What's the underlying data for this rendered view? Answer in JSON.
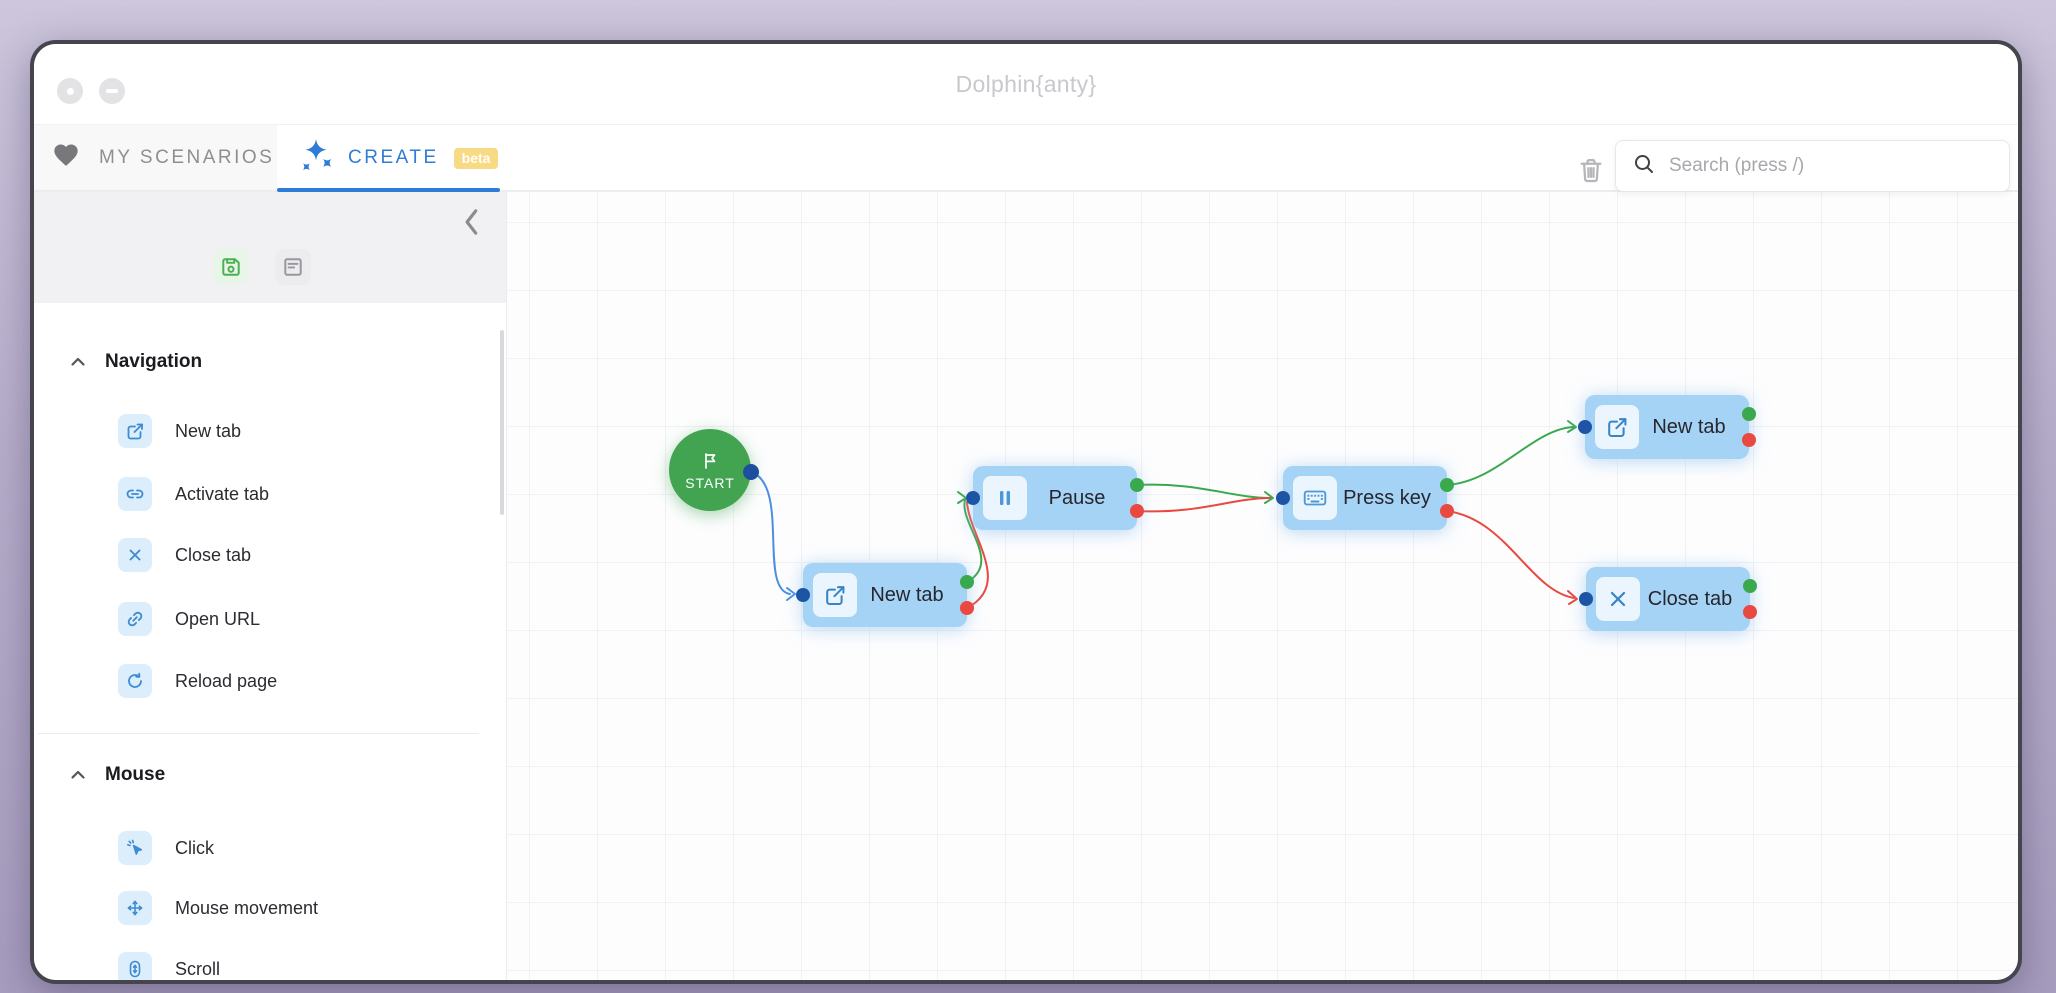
{
  "window": {
    "title": "Dolphin{anty}",
    "controls": [
      {
        "icon": "record-dot-icon"
      },
      {
        "icon": "minimize-icon"
      }
    ]
  },
  "tabs": {
    "my_scenarios": {
      "label": "MY SCENARIOS",
      "icon": "heart-icon"
    },
    "create": {
      "label": "CREATE",
      "icon": "sparkles-icon",
      "badge": "beta",
      "active": true
    }
  },
  "toolbar": {
    "trash_icon": "trash-icon",
    "search": {
      "placeholder": "Search (press /)",
      "icon": "search-icon",
      "value": ""
    }
  },
  "sidebar": {
    "collapse_icon": "chevron-left-icon",
    "actions": [
      {
        "icon": "save-icon"
      },
      {
        "icon": "log-icon"
      }
    ],
    "sections": [
      {
        "label": "Navigation",
        "items": [
          {
            "label": "New tab",
            "icon": "new-tab-icon"
          },
          {
            "label": "Activate tab",
            "icon": "activate-tab-icon"
          },
          {
            "label": "Close tab",
            "icon": "close-tab-icon"
          },
          {
            "label": "Open URL",
            "icon": "open-url-icon"
          },
          {
            "label": "Reload page",
            "icon": "reload-page-icon"
          }
        ]
      },
      {
        "label": "Mouse",
        "items": [
          {
            "label": "Click",
            "icon": "click-icon"
          },
          {
            "label": "Mouse movement",
            "icon": "mouse-movement-icon"
          },
          {
            "label": "Scroll",
            "icon": "scroll-icon"
          }
        ]
      }
    ]
  },
  "canvas": {
    "start_node": {
      "label": "START",
      "icon": "flag-icon"
    },
    "nodes": [
      {
        "label": "New tab",
        "icon": "new-tab-icon"
      },
      {
        "label": "Pause",
        "icon": "pause-icon"
      },
      {
        "label": "Press key",
        "icon": "keyboard-icon"
      },
      {
        "label": "New tab",
        "icon": "new-tab-icon"
      },
      {
        "label": "Close tab",
        "icon": "close-tab-icon"
      }
    ],
    "edges": [
      {
        "from": "start",
        "to": "new-tab-1",
        "status": "start",
        "color": "#4a8fe2"
      },
      {
        "from": "new-tab-1",
        "to": "pause",
        "status": "success",
        "color": "#3aa94e"
      },
      {
        "from": "new-tab-1",
        "to": "pause",
        "status": "fail",
        "color": "#e94940"
      },
      {
        "from": "pause",
        "to": "press-key",
        "status": "success",
        "color": "#3aa94e"
      },
      {
        "from": "pause",
        "to": "press-key",
        "status": "fail",
        "color": "#e94940"
      },
      {
        "from": "press-key",
        "to": "new-tab-2",
        "status": "success",
        "color": "#3aa94e"
      },
      {
        "from": "press-key",
        "to": "close-tab",
        "status": "fail",
        "color": "#e94940"
      }
    ],
    "colors": {
      "node_fill": "#a5d3f6",
      "start_fill": "#42a451",
      "success": "#3aa94e",
      "fail": "#e94940",
      "input_port": "#1d55a4",
      "accent_blue": "#2e7cd6"
    }
  }
}
